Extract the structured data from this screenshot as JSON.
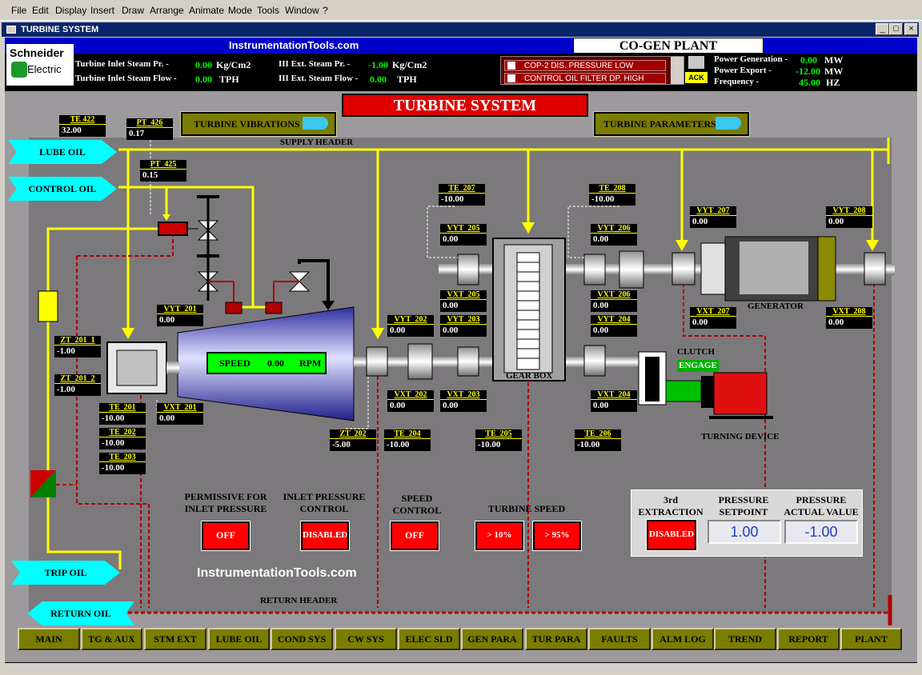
{
  "menu": [
    "File",
    "Edit",
    "Display",
    "Insert",
    "Draw",
    "Arrange",
    "Animate",
    "Mode",
    "Tools",
    "Window",
    "?"
  ],
  "window": {
    "title": "TURBINE SYSTEM",
    "min": "_",
    "max": "□",
    "close": "×"
  },
  "header": {
    "website": "InstrumentationTools.com",
    "plant": "CO-GEN PLANT",
    "logo_line1": "Schneider",
    "logo_line2": "Electric",
    "inlet_pr_label": "Turbine Inlet Steam Pr. -",
    "inlet_pr_value": "0.00",
    "inlet_pr_unit": "Kg/Cm2",
    "inlet_flow_label": "Turbine Inlet Steam Flow -",
    "inlet_flow_value": "0.00",
    "inlet_flow_unit": "TPH",
    "ext_pr_label": "III Ext. Steam Pr. -",
    "ext_pr_value": "-1.00",
    "ext_pr_unit": "Kg/Cm2",
    "ext_flow_label": "III Ext. Steam Flow -",
    "ext_flow_value": "0.00",
    "ext_flow_unit": "TPH",
    "alarm1": "COP-2 DIS. PRESSURE LOW",
    "alarm2": "CONTROL OIL FILTER DP. HIGH",
    "ack": "ACK",
    "power_gen_label": "Power Generation -",
    "power_gen_value": "0.00",
    "power_gen_unit": "MW",
    "power_exp_label": "Power Export -",
    "power_exp_value": "-12.00",
    "power_exp_unit": "MW",
    "freq_label": "Frequency -",
    "freq_value": "45.00",
    "freq_unit": "HZ"
  },
  "main": {
    "title": "TURBINE SYSTEM",
    "vibrations_btn": "TURBINE VIBRATIONS",
    "parameters_btn": "TURBINE PARAMETERS",
    "supply_header": "SUPPLY HEADER",
    "return_header": "RETURN HEADER",
    "lube_oil": "LUBE OIL",
    "control_oil": "CONTROL OIL",
    "trip_oil": "TRIP OIL",
    "return_oil": "RETURN OIL",
    "speed_label": "SPEED",
    "speed_value": "0.00",
    "speed_unit": "RPM",
    "gear_box": "GEAR BOX",
    "generator": "GENERATOR",
    "clutch": "CLUTCH",
    "engage": "ENGAGE",
    "turning_device": "TURNING DEVICE",
    "watermark": "InstrumentationTools.com"
  },
  "tags": {
    "te422": {
      "name": "TE 422",
      "value": "32.00"
    },
    "pt426": {
      "name": "PT_426",
      "value": "0.17"
    },
    "pt425": {
      "name": "PT_425",
      "value": "0.15"
    },
    "te207": {
      "name": "TE_207",
      "value": "-10.00"
    },
    "te208": {
      "name": "TE_208",
      "value": "-10.00"
    },
    "vyt205": {
      "name": "VYT_205",
      "value": "0.00"
    },
    "vyt206": {
      "name": "VYT_206",
      "value": "0.00"
    },
    "vyt207": {
      "name": "VYT_207",
      "value": "0.00"
    },
    "vyt208": {
      "name": "VYT_208",
      "value": "0.00"
    },
    "vxt205": {
      "name": "VXT_205",
      "value": "0.00"
    },
    "vxt206": {
      "name": "VXT_206",
      "value": "0.00"
    },
    "vxt207": {
      "name": "VXT_207",
      "value": "0.00"
    },
    "vxt208": {
      "name": "VXT_208",
      "value": "0.00"
    },
    "vyt201": {
      "name": "VYT_201",
      "value": "0.00"
    },
    "vyt202": {
      "name": "VYT_202",
      "value": "0.00"
    },
    "vyt203": {
      "name": "VYT_203",
      "value": "0.00"
    },
    "vyt204": {
      "name": "VYT_204",
      "value": "0.00"
    },
    "zt2011": {
      "name": "ZT_201_1",
      "value": "-1.00"
    },
    "zt2012": {
      "name": "ZT_201_2",
      "value": "-1.00"
    },
    "te201": {
      "name": "TE_201",
      "value": "-10.00"
    },
    "te202": {
      "name": "TE_202",
      "value": "-10.00"
    },
    "te203": {
      "name": "TE_203",
      "value": "-10.00"
    },
    "vxt201": {
      "name": "VXT_201",
      "value": "0.00"
    },
    "zt202": {
      "name": "ZT_202",
      "value": "-5.00"
    },
    "te204": {
      "name": "TE_204",
      "value": "-10.00"
    },
    "vxt202": {
      "name": "VXT_202",
      "value": "0.00"
    },
    "vxt203": {
      "name": "VXT_203",
      "value": "0.00"
    },
    "te205": {
      "name": "TE_205",
      "value": "-10.00"
    },
    "vxt204": {
      "name": "VXT_204",
      "value": "0.00"
    },
    "te206": {
      "name": "TE_206",
      "value": "-10.00"
    }
  },
  "controls": {
    "permissive_label": "PERMISSIVE FOR INLET PRESSURE",
    "permissive_value": "OFF",
    "inlet_ctrl_label": "INLET PRESSURE CONTROL",
    "inlet_ctrl_value": "DISABLED",
    "speed_ctrl_label": "SPEED CONTROL",
    "speed_ctrl_value": "OFF",
    "turbine_speed_label": "TURBINE SPEED",
    "speed10": "> 10%",
    "speed95": "> 95%",
    "extraction_label": "3rd EXTRACTION CONTROL",
    "extraction_value": "DISABLED",
    "setpoint_label": "PRESSURE SETPOINT",
    "setpoint_value": "1.00",
    "actual_label": "PRESSURE ACTUAL VALUE",
    "actual_value": "-1.00"
  },
  "nav": [
    "MAIN",
    "TG & AUX",
    "STM EXT",
    "LUBE OIL",
    "COND SYS",
    "CW SYS",
    "ELEC SLD",
    "GEN PARA",
    "TUR PARA",
    "FAULTS",
    "ALM LOG",
    "TREND",
    "REPORT",
    "PLANT"
  ],
  "colors": {
    "supply": "#ffff00",
    "return": "#b00000",
    "alarm": "#ff0000",
    "value": "#00ff00",
    "panel": "#9c9a9c"
  }
}
